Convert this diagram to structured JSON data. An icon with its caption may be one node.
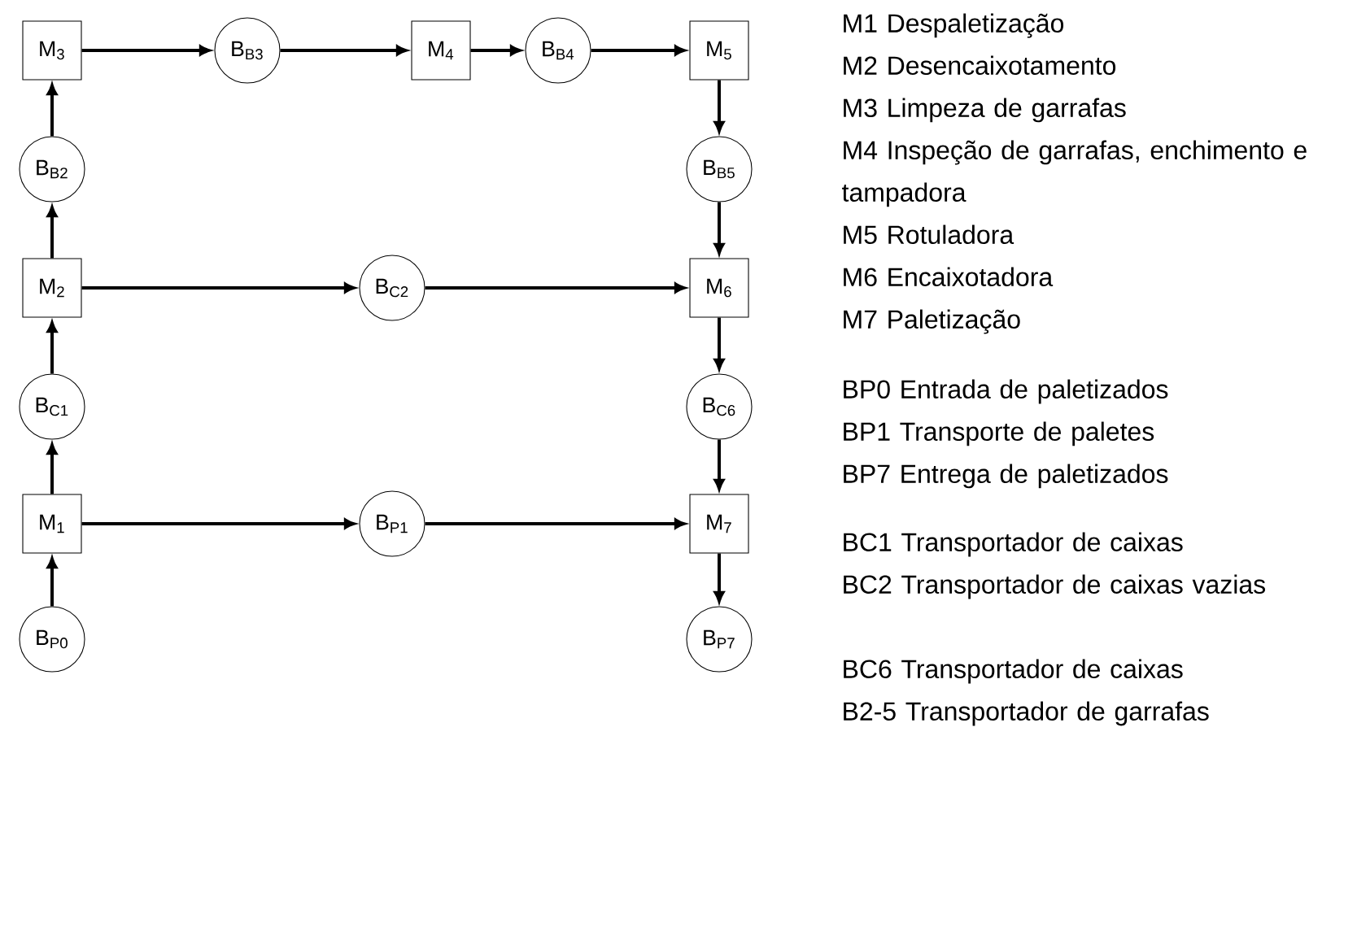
{
  "diagram": {
    "nodes": [
      {
        "text": [
          "M$_{3}$"
        ]
      },
      {
        "text": [
          "B$_{B3}$"
        ]
      },
      {
        "text": [
          "M$_{4}$"
        ]
      },
      {
        "text": [
          "B$_{B4}$"
        ]
      },
      {
        "text": [
          "M$_{5}$"
        ]
      },
      {
        "text": [
          "B$_{B2}$"
        ]
      },
      {
        "text": [
          "B$_{B5}$"
        ]
      },
      {
        "text": [
          "M$_{2}$"
        ]
      },
      {
        "text": [
          "B$_{C2}$"
        ]
      },
      {
        "text": [
          "M$_{6}$"
        ]
      },
      {
        "text": [
          "B$_{C1}$"
        ]
      },
      {
        "text": [
          "B$_{C6}$"
        ]
      },
      {
        "text": [
          "M$_{1}$"
        ]
      },
      {
        "text": [
          "B$_{P1}$"
        ]
      },
      {
        "text": [
          "M$_{7}$"
        ]
      },
      {
        "text": [
          "B$_{P0}$"
        ]
      },
      {
        "text": [
          "B$_{P7}$"
        ]
      }
    ],
    "edges": [
      {
        "from": 15,
        "to": 12,
        "arrow": "to"
      },
      {
        "from": 12,
        "to": 10,
        "arrow": "to"
      },
      {
        "from": 10,
        "to": 7,
        "arrow": "to"
      },
      {
        "from": 7,
        "to": 5,
        "arrow": "to"
      },
      {
        "from": 5,
        "to": 0,
        "arrow": "to"
      },
      {
        "from": 0,
        "to": 1,
        "arrow": "to"
      },
      {
        "from": 1,
        "to": 2,
        "arrow": "to"
      },
      {
        "from": 2,
        "to": 3,
        "arrow": "to"
      },
      {
        "from": 3,
        "to": 4,
        "arrow": "to"
      },
      {
        "from": 4,
        "to": 6,
        "arrow": "to"
      },
      {
        "from": 6,
        "to": 9,
        "arrow": "to"
      },
      {
        "from": 7,
        "to": 8,
        "arrow": "to"
      },
      {
        "from": 8,
        "to": 9,
        "arrow": "to"
      },
      {
        "from": 9,
        "to": 11,
        "arrow": "to"
      },
      {
        "from": 11,
        "to": 14,
        "arrow": "to"
      },
      {
        "from": 12,
        "to": 13,
        "arrow": "to"
      },
      {
        "from": 13,
        "to": 14,
        "arrow": "to"
      },
      {
        "from": 14,
        "to": 16,
        "arrow": "to"
      }
    ],
    "labels": [
      "M1 Despaletização",
      "M2 Desencaixotamento",
      "M3 Limpeza de garrafas",
      "M4 Inspeção de garrafas, enchimento e tampadora",
      "M5 Rotuladora",
      "M6 Encaixotadora",
      "M7 Paletização",
      "BP0 Entrada de paletizados",
      "BP1 Transporte de paletes",
      "BP7 Entrega de paletizados",
      "BC1 Transportador de caixas",
      "BC2 Transportador de caixas vazias",
      "BC6 Transportador de caixas",
      "B2-5 Transportador de garrafas"
    ]
  }
}
